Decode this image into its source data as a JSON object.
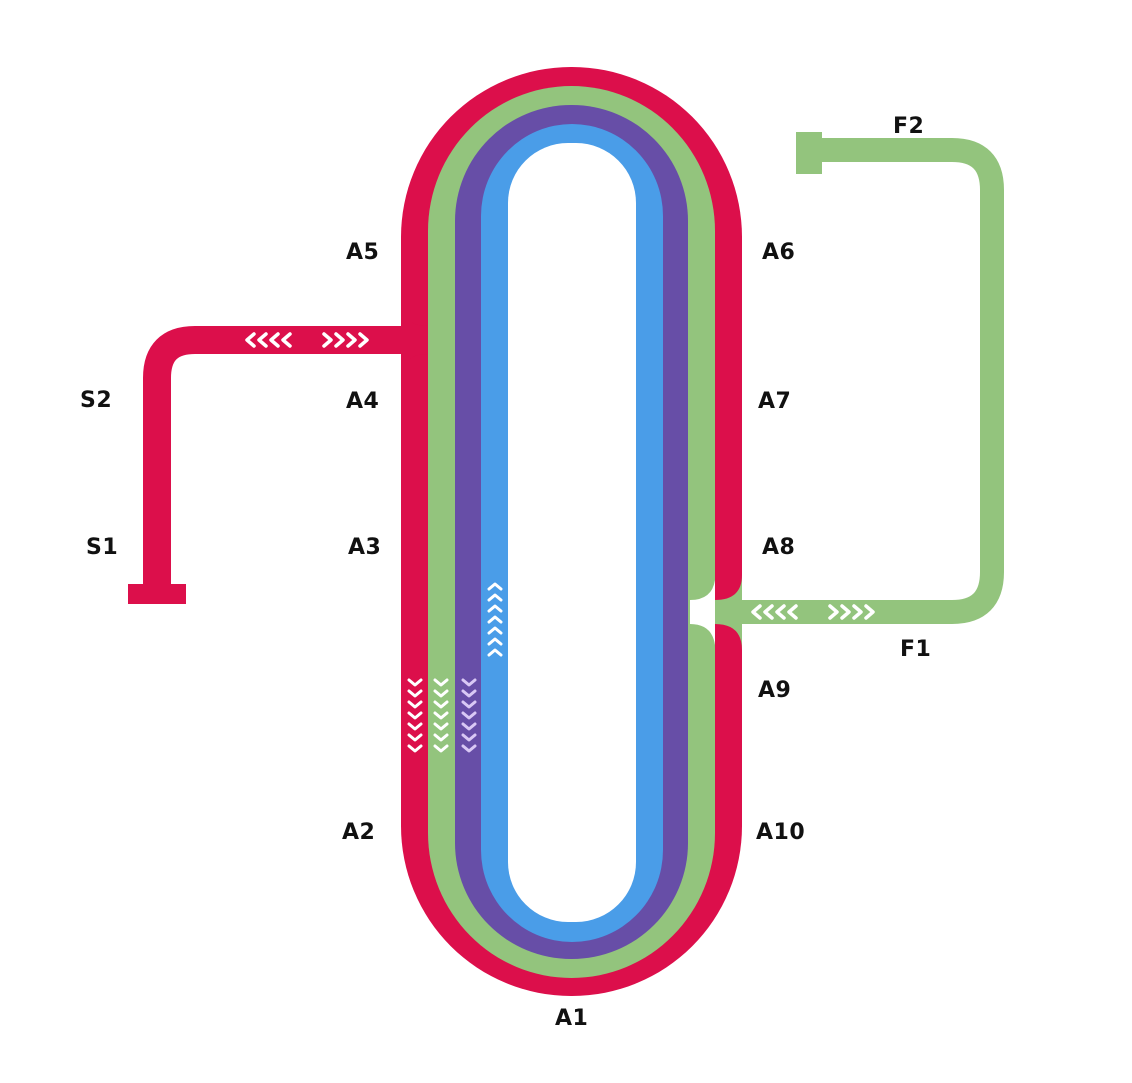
{
  "colors": {
    "red_line": "#DC0F4B",
    "green_line": "#93C47D",
    "purple_line": "#674EA7",
    "blue_line": "#4A9DE8",
    "arrow_white": "#FFFFFF",
    "arrow_light_purple": "#D9C8F5",
    "label": "#111111",
    "background": "#FFFFFF"
  },
  "stations": {
    "a1": "A1",
    "a2": "A2",
    "a3": "A3",
    "a4": "A4",
    "a5": "A5",
    "a6": "A6",
    "a7": "A7",
    "a8": "A8",
    "a9": "A9",
    "a10": "A10",
    "s1": "S1",
    "s2": "S2",
    "f1": "F1",
    "f2": "F2"
  },
  "lines": [
    {
      "id": "red",
      "kind": "loop",
      "branch": "S"
    },
    {
      "id": "green",
      "kind": "loop",
      "branch": "F"
    },
    {
      "id": "purple",
      "kind": "loop"
    },
    {
      "id": "blue",
      "kind": "loop"
    }
  ],
  "arrows": {
    "branch_s": "bidirectional",
    "branch_f": "bidirectional",
    "red_loop_left": "down",
    "green_loop_left": "down",
    "purple_loop_left": "down",
    "blue_loop_left": "up"
  },
  "icons": {
    "branch_terminus": "t-bar",
    "direction": "chevron"
  }
}
